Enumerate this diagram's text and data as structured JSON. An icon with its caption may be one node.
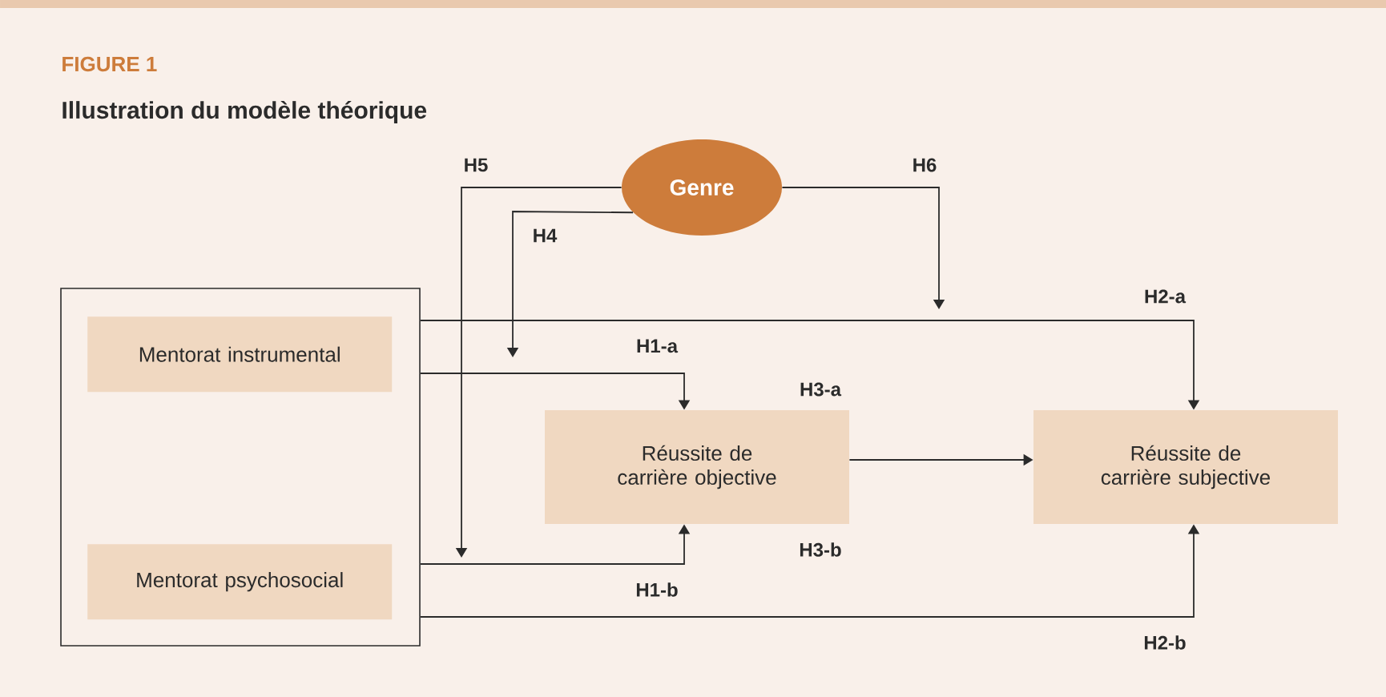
{
  "diagram": {
    "title": "Illustration du modèle théorique",
    "nodes": [
      {
        "text": [],
        "shape": "box"
      },
      {
        "text": [
          "Mentorat instrumental"
        ],
        "in": 0
      },
      {
        "text": [
          "Mentorat psychosocial"
        ],
        "in": 0
      },
      {
        "text": [
          "Genre"
        ]
      },
      {
        "text": [
          "Réussite de carrière objective"
        ]
      },
      {
        "text": [
          "Réussite de carrière subjective"
        ]
      }
    ],
    "edges": [
      {
        "from": 1,
        "to": 5,
        "arrow": "to",
        "label": "H2-a"
      },
      {
        "from": 1,
        "to": 4,
        "arrow": "to",
        "label": "H1-a"
      },
      {
        "from": 4,
        "to": 5,
        "arrow": "to"
      },
      {
        "from": 2,
        "to": 4,
        "arrow": "to",
        "label": "H1-b"
      },
      {
        "from": 2,
        "to": 5,
        "arrow": "to",
        "label": "H2-b"
      },
      {
        "from": 3,
        "to": null,
        "arrow": "to",
        "label": "H5"
      },
      {
        "from": 3,
        "to": null,
        "arrow": "to",
        "label": "H4"
      },
      {
        "from": 3,
        "to": null,
        "arrow": "to",
        "label": "H6"
      }
    ],
    "labels": [
      "FIGURE 1",
      "H3-a",
      "H3-b"
    ]
  }
}
